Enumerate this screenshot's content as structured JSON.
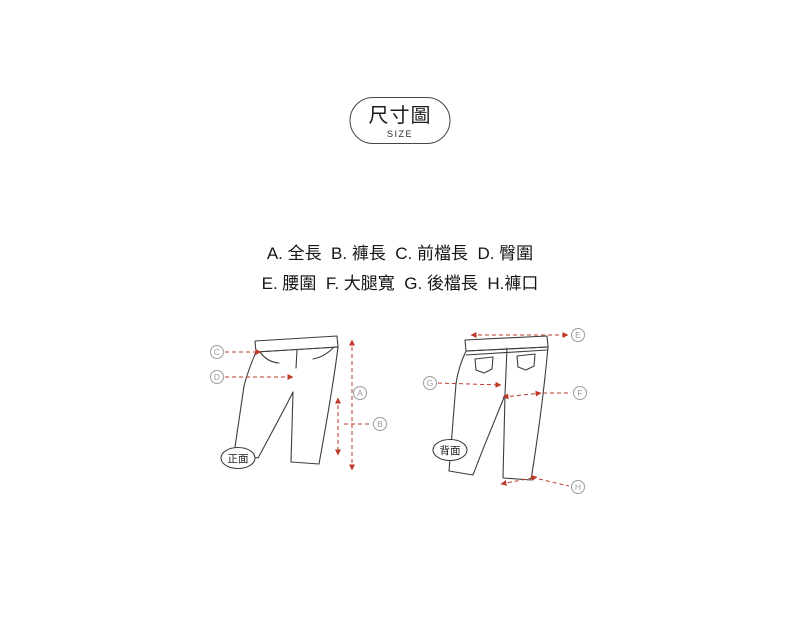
{
  "badge": {
    "title": "尺寸圖",
    "subtitle": "SIZE"
  },
  "legend": {
    "line1": "A. 全長  B. 褲長  C. 前檔長  D. 臀圍",
    "line2": "E. 腰圍  F. 大腿寬  G. 後檔長  H.褲口"
  },
  "views": {
    "front": {
      "label": "正面",
      "markers": {
        "A": "A",
        "B": "B",
        "C": "C",
        "D": "D"
      }
    },
    "back": {
      "label": "背面",
      "markers": {
        "E": "E",
        "F": "F",
        "G": "G",
        "H": "H"
      }
    }
  },
  "colors": {
    "measure": "#bf3a2a",
    "outline": "#3d3d3d",
    "marker": "#9c9c9c",
    "label_outline": "#3d3d3d"
  }
}
